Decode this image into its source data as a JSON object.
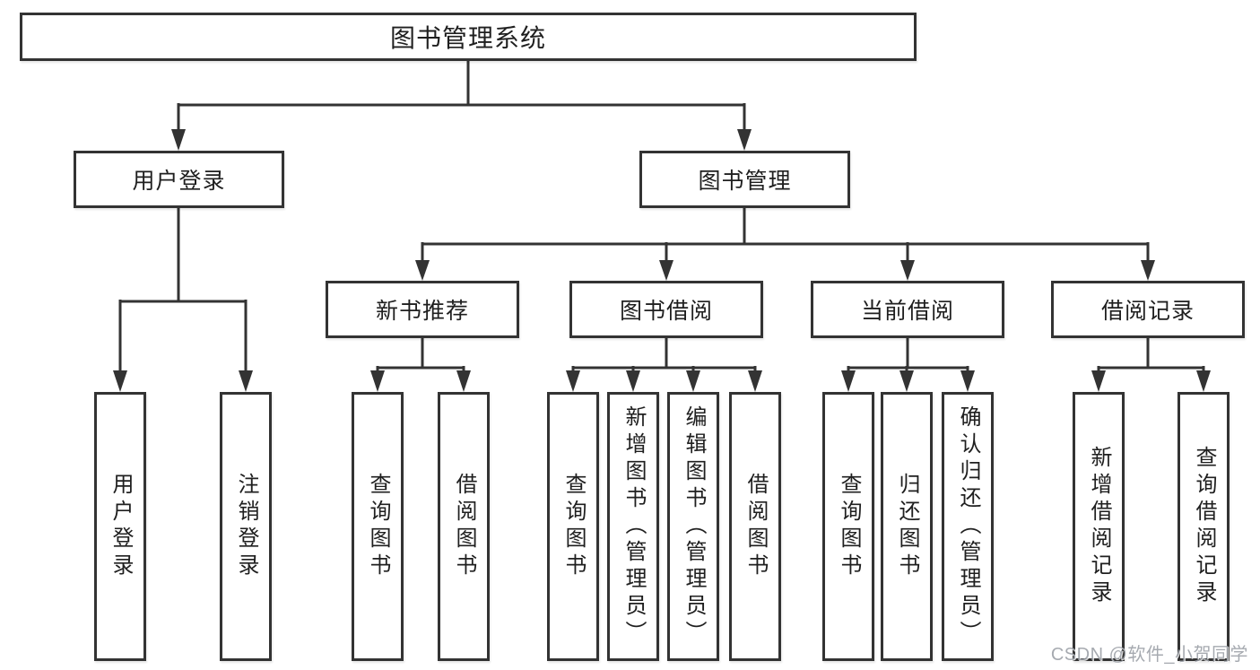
{
  "colors": {
    "line": "#333333",
    "text": "#1f1f1f",
    "background": "#ffffff",
    "watermark_gray": "#969ba2"
  },
  "root": {
    "label": "图书管理系统"
  },
  "branches": {
    "user_login": {
      "label": "用户登录",
      "children": [
        {
          "label": "用户登录"
        },
        {
          "label": "注销登录"
        }
      ]
    },
    "book_mgmt": {
      "label": "图书管理",
      "groups": [
        {
          "label": "新书推荐",
          "children": [
            {
              "label": "查询图书"
            },
            {
              "label": "借阅图书"
            }
          ]
        },
        {
          "label": "图书借阅",
          "children": [
            {
              "label": "查询图书"
            },
            {
              "label": "新增图书（管理员）"
            },
            {
              "label": "编辑图书（管理员）"
            },
            {
              "label": "借阅图书"
            }
          ]
        },
        {
          "label": "当前借阅",
          "children": [
            {
              "label": "查询图书"
            },
            {
              "label": "归还图书"
            },
            {
              "label": "确认归还（管理员）"
            }
          ]
        },
        {
          "label": "借阅记录",
          "children": [
            {
              "label": "新增借阅记录"
            },
            {
              "label": "查询借阅记录"
            }
          ]
        }
      ]
    }
  },
  "watermark": "CSDN @软件_小贺同学"
}
